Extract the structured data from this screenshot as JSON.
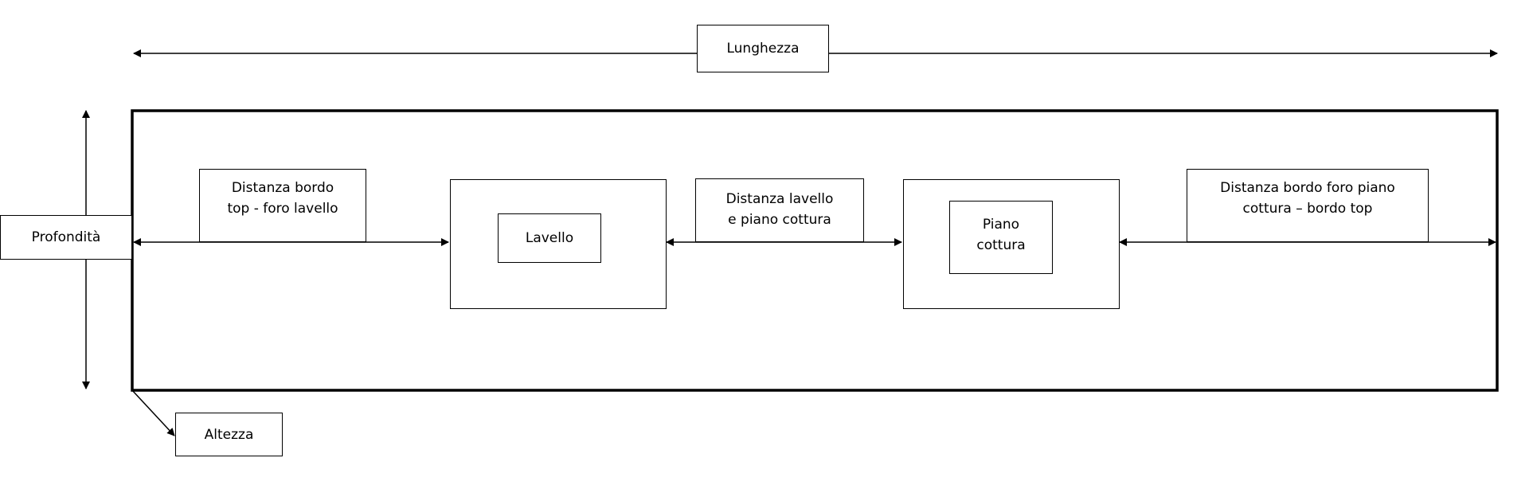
{
  "labels": {
    "length": "Lunghezza",
    "depth": "Profondità",
    "height": "Altezza",
    "sink": "Lavello",
    "cooktop": "Piano\ncottura",
    "edge_to_sink": "Distanza bordo\ntop - foro lavello",
    "sink_to_cooktop": "Distanza lavello\ne piano cottura",
    "cooktop_to_edge": "Distanza bordo foro piano\ncottura – bordo top"
  },
  "colors": {
    "line": "#000000",
    "background": "#ffffff"
  }
}
